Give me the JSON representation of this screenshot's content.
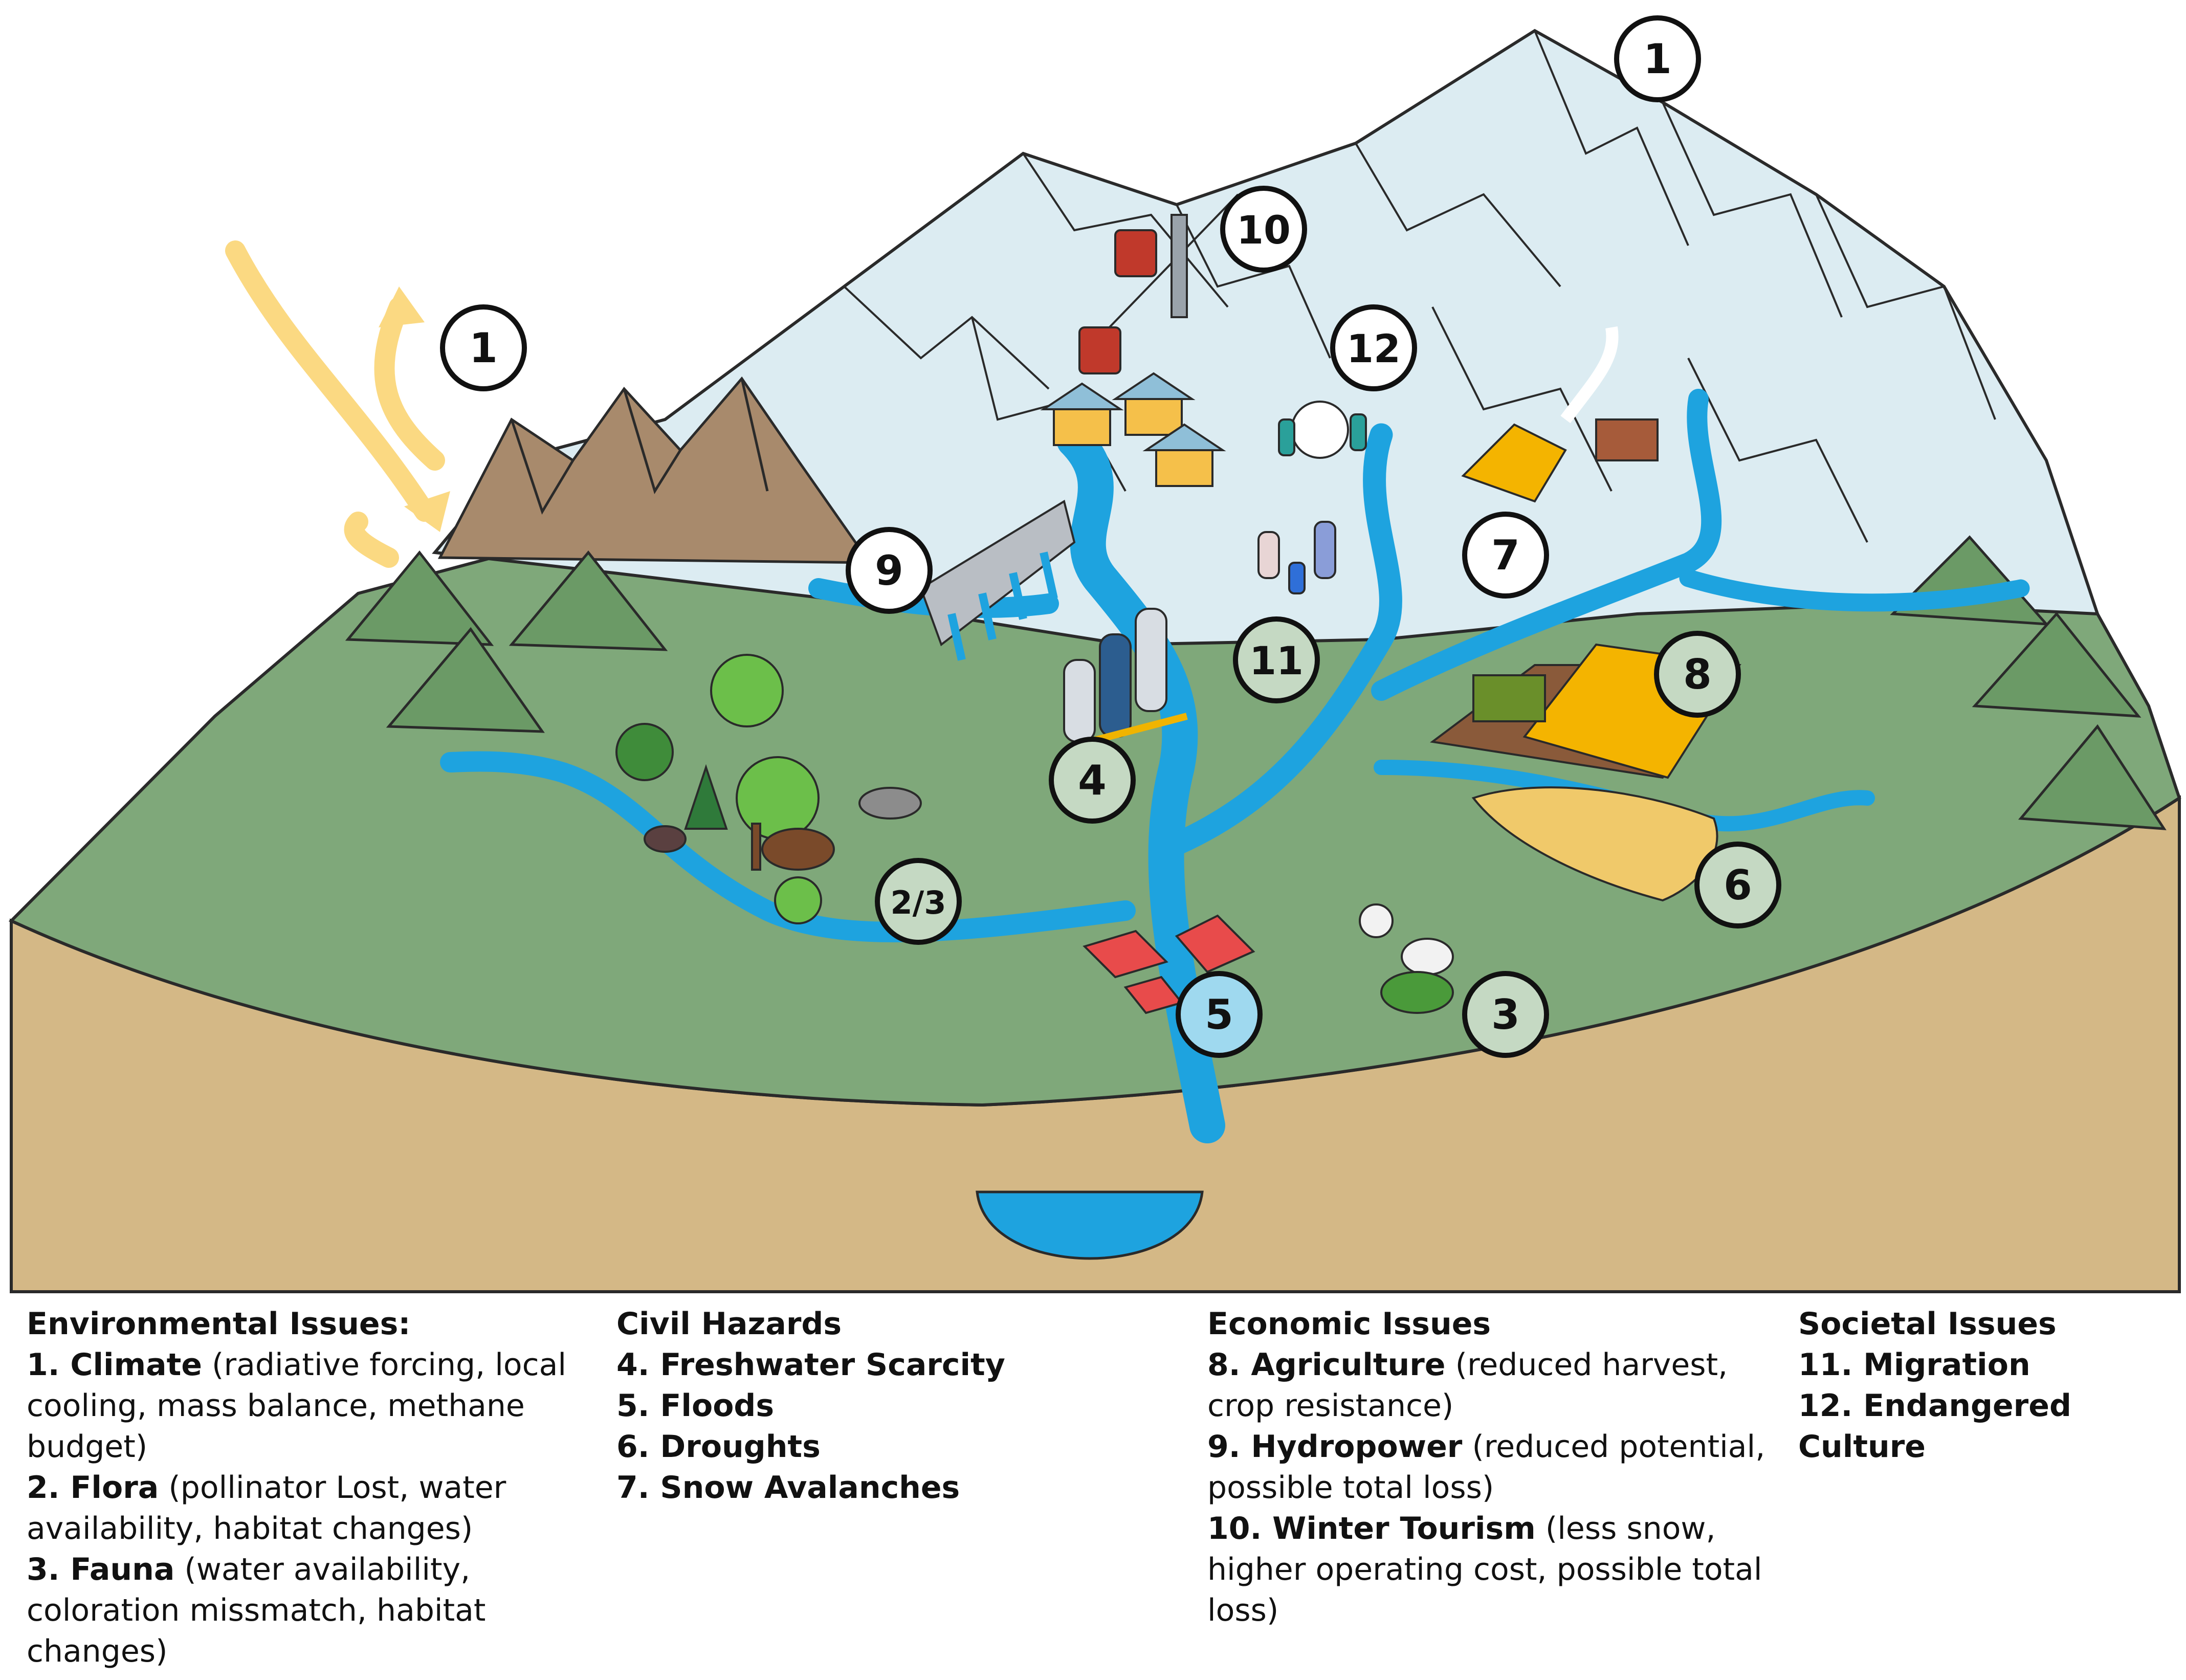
{
  "badges": [
    {
      "id": "climate-left",
      "label": "1",
      "style": "white"
    },
    {
      "id": "climate-top",
      "label": "1",
      "style": "white"
    },
    {
      "id": "winter-tourism",
      "label": "10",
      "style": "white"
    },
    {
      "id": "culture",
      "label": "12",
      "style": "white"
    },
    {
      "id": "hydropower",
      "label": "9",
      "style": "white"
    },
    {
      "id": "avalanche",
      "label": "7",
      "style": "white"
    },
    {
      "id": "migration",
      "label": "11",
      "style": "green"
    },
    {
      "id": "agriculture",
      "label": "8",
      "style": "green"
    },
    {
      "id": "freshwater",
      "label": "4",
      "style": "green"
    },
    {
      "id": "flora-fauna",
      "label": "2/3",
      "style": "green"
    },
    {
      "id": "drought",
      "label": "6",
      "style": "green"
    },
    {
      "id": "fauna",
      "label": "3",
      "style": "green"
    },
    {
      "id": "floods",
      "label": "5",
      "style": "blue"
    }
  ],
  "legend": {
    "environmental": {
      "heading": "Environmental Issues:",
      "items": [
        {
          "title": "1. Climate",
          "desc": " (radiative forcing, local cooling, mass balance, methane budget)"
        },
        {
          "title": "2. Flora",
          "desc": " (pollinator Lost, water availability, habitat changes)"
        },
        {
          "title": "3. Fauna",
          "desc": " (water availability, coloration missmatch, habitat changes)"
        }
      ]
    },
    "civil": {
      "heading": "Civil Hazards",
      "items": [
        {
          "title": "4. Freshwater Scarcity",
          "desc": ""
        },
        {
          "title": "5. Floods",
          "desc": ""
        },
        {
          "title": "6. Droughts",
          "desc": ""
        },
        {
          "title": "7. Snow Avalanches",
          "desc": ""
        }
      ]
    },
    "economic": {
      "heading": "Economic Issues",
      "items": [
        {
          "title": "8. Agriculture",
          "desc": " (reduced harvest, crop resistance)"
        },
        {
          "title": "9. Hydropower",
          "desc": " (reduced potential, possible total loss)"
        },
        {
          "title": "10. Winter Tourism",
          "desc": " (less snow, higher operating cost, possible total loss)"
        }
      ]
    },
    "societal": {
      "heading": "Societal Issues",
      "items": [
        {
          "title": "11. Migration",
          "desc": ""
        },
        {
          "title": "12. Endangered Culture",
          "desc": ""
        }
      ]
    }
  },
  "colors": {
    "ground": "#7fa87a",
    "soil": "#d4b886",
    "snow": "#dcecf2",
    "rock": "#a88a6c",
    "water": "#1ea3df",
    "badge_green": "#c5d9c3",
    "badge_blue": "#9fd9ef",
    "sun": "#fbd982"
  }
}
